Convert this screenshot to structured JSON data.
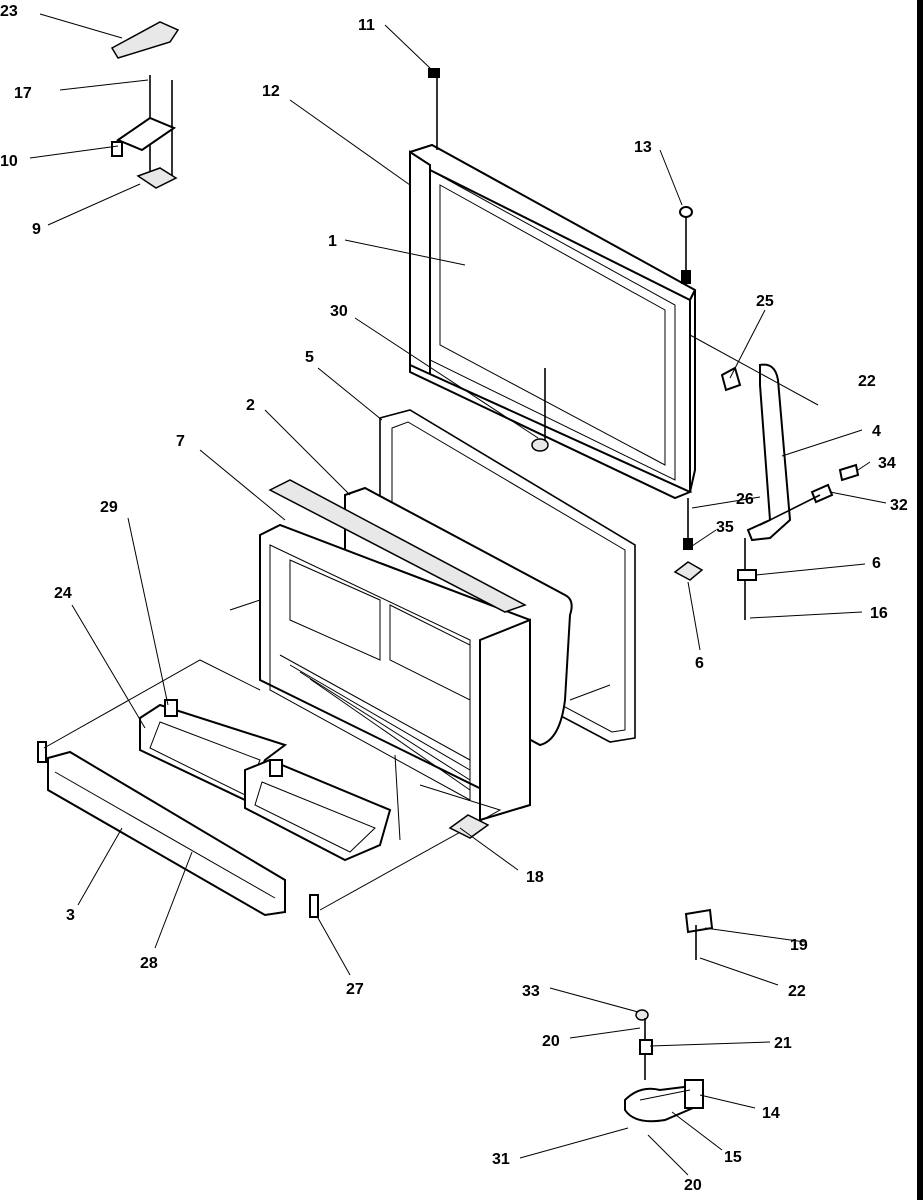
{
  "callouts": {
    "c1": "1",
    "c2": "2",
    "c3": "3",
    "c4": "4",
    "c5": "5",
    "c6a": "6",
    "c6b": "6",
    "c7": "7",
    "c9": "9",
    "c10": "10",
    "c11": "11",
    "c12": "12",
    "c13": "13",
    "c14": "14",
    "c15": "15",
    "c16": "16",
    "c17": "17",
    "c18": "18",
    "c19": "19",
    "c20a": "20",
    "c20b": "20",
    "c21": "21",
    "c22a": "22",
    "c22b": "22",
    "c23": "23",
    "c24": "24",
    "c25": "25",
    "c26": "26",
    "c27": "27",
    "c28": "28",
    "c29": "29",
    "c30": "30",
    "c31": "31",
    "c32": "32",
    "c33": "33",
    "c34": "34",
    "c35": "35"
  }
}
